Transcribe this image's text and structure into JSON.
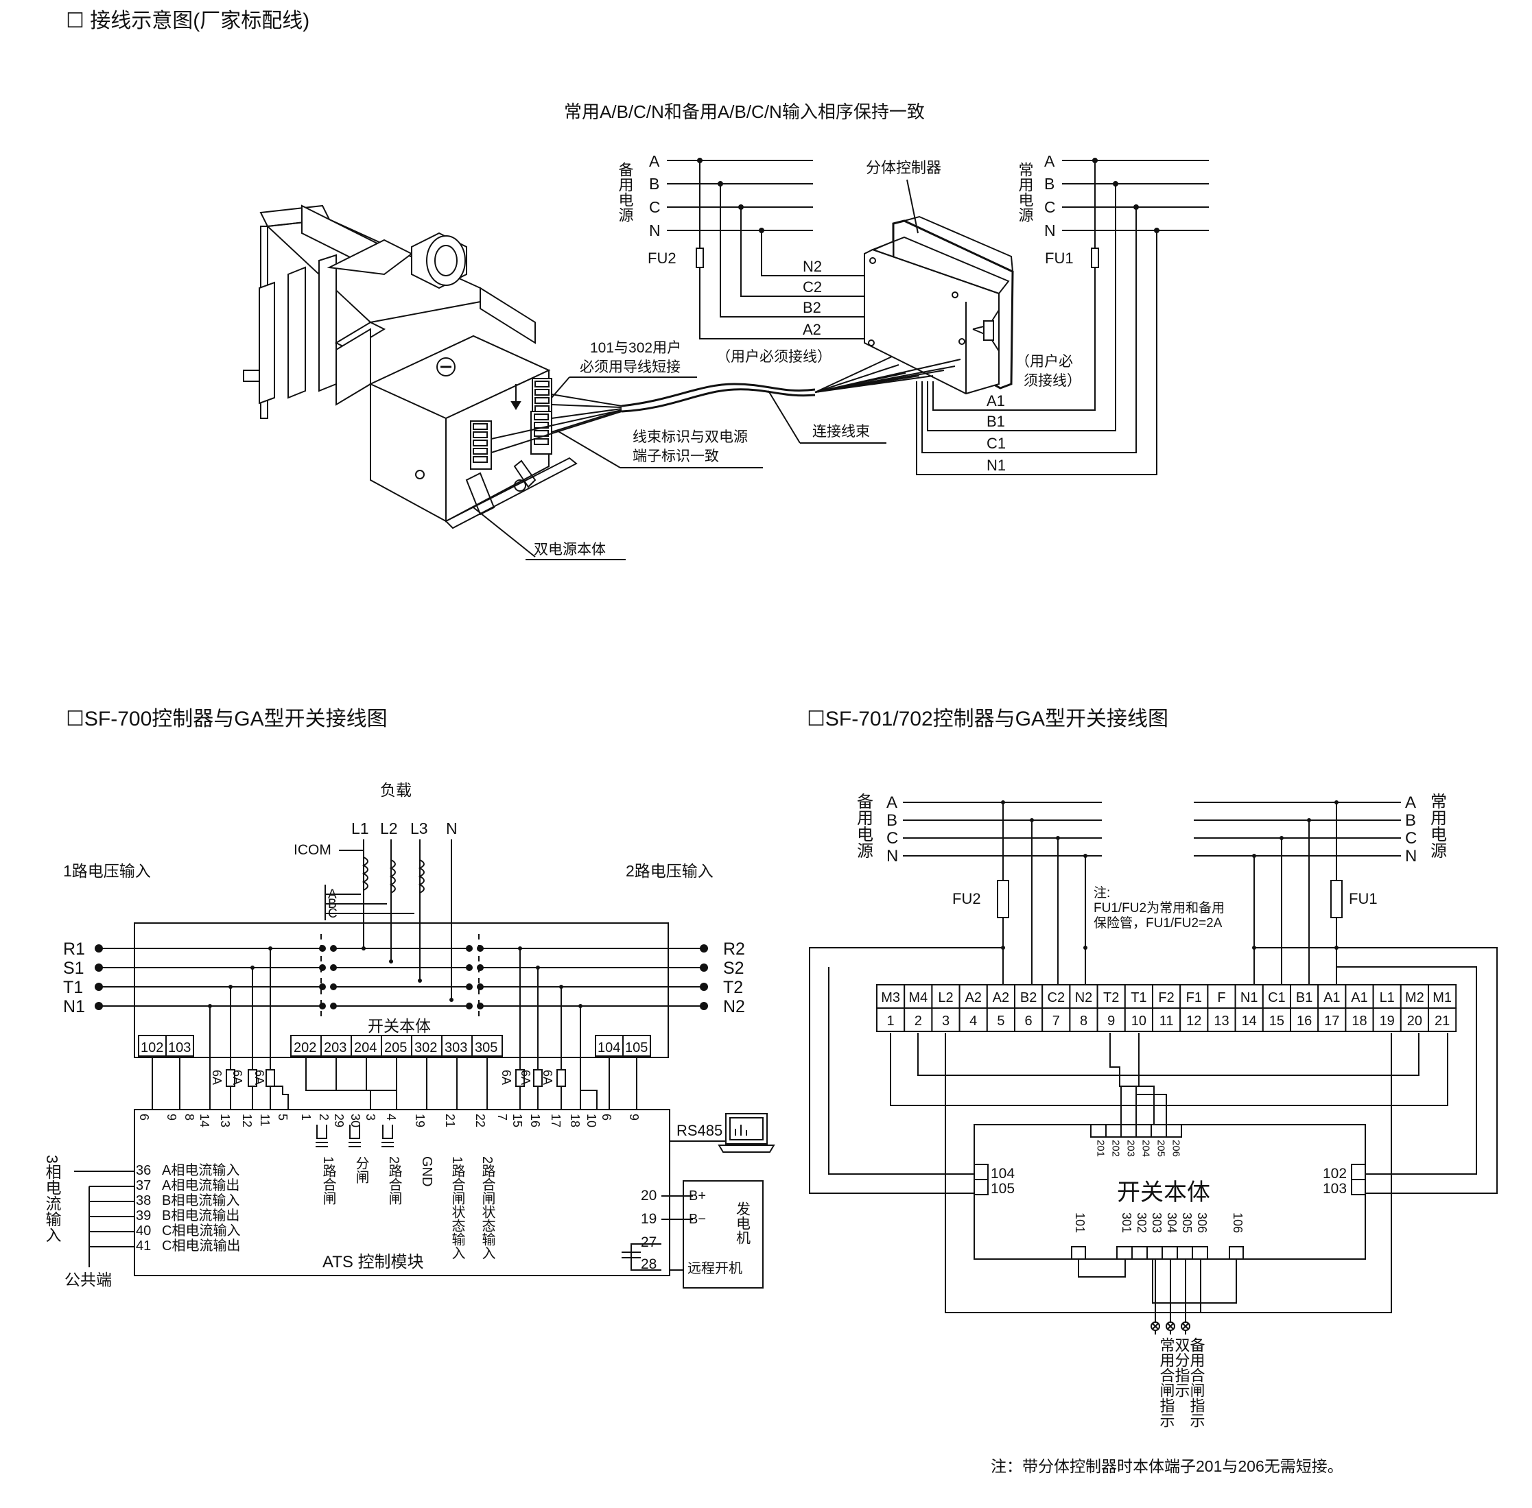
{
  "section1": {
    "title": "☐  接线示意图(厂家标配线)",
    "note": "常用A/B/C/N和备用A/B/C/N输入相序保持一致",
    "backup_source": "备用电源",
    "normal_source": "常用电源",
    "phases": [
      "A",
      "B",
      "C",
      "N"
    ],
    "fu2": "FU2",
    "fu1": "FU1",
    "split_controller": "分体控制器",
    "wires_backup": [
      "N2",
      "C2",
      "B2",
      "A2"
    ],
    "wires_normal": [
      "A1",
      "B1",
      "C1",
      "N1"
    ],
    "user_must_wire_1": "（用户必须接线）",
    "user_must_wire_2a": "（用户必",
    "user_must_wire_2b": "须接线）",
    "short_note_1": "101与302用户",
    "short_note_2": "必须用导线短接",
    "harness_note_1": "线束标识与双电源",
    "harness_note_2": "端子标识一致",
    "harness": "连接线束",
    "body": "双电源本体"
  },
  "section2": {
    "title": "☐SF-700控制器与GA型开关接线图",
    "load": "负载",
    "load_lines": [
      "L1",
      "L2",
      "L3",
      "N"
    ],
    "icom": "ICOM",
    "ct_phases": [
      "A",
      "B",
      "C"
    ],
    "input1": "1路电压输入",
    "input2": "2路电压输入",
    "left_lines": [
      "R1",
      "S1",
      "T1",
      "N1"
    ],
    "right_lines": [
      "R2",
      "S2",
      "T2",
      "N2"
    ],
    "switch_body": "开关本体",
    "terms_left": [
      "102",
      "103"
    ],
    "terms_mid": [
      "202",
      "203",
      "204",
      "205",
      "302",
      "303",
      "305"
    ],
    "terms_right": [
      "104",
      "105"
    ],
    "fuses": [
      "6A",
      "6A",
      "6A",
      "6A",
      "6A",
      "6A"
    ],
    "module_terms_top": [
      "6",
      "9",
      "8",
      "14",
      "13",
      "12",
      "11",
      "5",
      "1",
      "2",
      "29",
      "30",
      "3",
      "4",
      "19",
      "21",
      "22",
      "7",
      "15",
      "16",
      "17",
      "18",
      "10",
      "6",
      "9"
    ],
    "func_labels": [
      "1路合闸",
      "分闸",
      "2路合闸",
      "GND",
      "1路合闸状态输入",
      "2路合闸状态输入"
    ],
    "ct_input": "3相电流输入",
    "common": "公共端",
    "ct_terms": [
      {
        "num": "36",
        "label": "A相电流输入"
      },
      {
        "num": "37",
        "label": "A相电流输出"
      },
      {
        "num": "38",
        "label": "B相电流输入"
      },
      {
        "num": "39",
        "label": "B相电流输出"
      },
      {
        "num": "40",
        "label": "C相电流输入"
      },
      {
        "num": "41",
        "label": "C相电流输出"
      }
    ],
    "module": "ATS 控制模块",
    "rs485": "RS485",
    "gen_terms": [
      "20",
      "19",
      "27",
      "28"
    ],
    "gen_bplus": "B+",
    "gen_bminus": "B−",
    "generator": "发电机",
    "remote_start": "远程开机"
  },
  "section3": {
    "title": "☐SF-701/702控制器与GA型开关接线图",
    "backup_source": "备用电源",
    "normal_source": "常用电源",
    "phases": [
      "A",
      "B",
      "C",
      "N"
    ],
    "fu2": "FU2",
    "fu1": "FU1",
    "note_1": "注:",
    "note_2": "FU1/FU2为常用和备用",
    "note_3": "保险管，FU1/FU2=2A",
    "strip_names": [
      "M3",
      "M4",
      "L2",
      "A2",
      "A2",
      "B2",
      "C2",
      "N2",
      "T2",
      "T1",
      "F2",
      "F1",
      "F",
      "N1",
      "C1",
      "B1",
      "A1",
      "A1",
      "L1",
      "M2",
      "M1"
    ],
    "strip_nums": [
      "1",
      "2",
      "3",
      "4",
      "5",
      "6",
      "7",
      "8",
      "9",
      "10",
      "11",
      "12",
      "13",
      "14",
      "15",
      "16",
      "17",
      "18",
      "19",
      "20",
      "21"
    ],
    "switch_body": "开关本体",
    "body_top_terms": [
      "201",
      "202",
      "203",
      "204",
      "205",
      "206"
    ],
    "body_left_terms": [
      "104",
      "105"
    ],
    "body_right_terms": [
      "102",
      "103"
    ],
    "body_bottom_terms": [
      "101",
      "301",
      "302",
      "303",
      "304",
      "305",
      "306",
      "106"
    ],
    "indicators": [
      "备用合闸指示",
      "双分指示",
      "常用合闸指示"
    ],
    "footnote": "注：带分体控制器时本体端子201与206无需短接。"
  }
}
